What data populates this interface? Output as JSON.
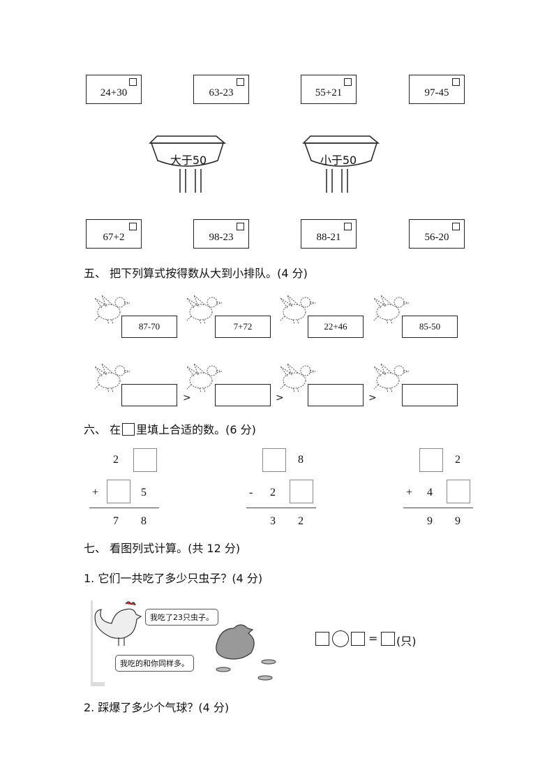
{
  "top_row": [
    "24+30",
    "63-23",
    "55+21",
    "97-45"
  ],
  "bottom_row": [
    "67+2",
    "98-23",
    "88-21",
    "56-20"
  ],
  "mailbox_left": "大于50",
  "mailbox_right": "小于50",
  "section5": {
    "title": "五、  把下列算式按得数从大到小排队。(4 分)",
    "items": [
      "87-70",
      "7+72",
      "22+46",
      "85-50"
    ],
    "gt": ">"
  },
  "section6": {
    "title_pre": "六、  在",
    "title_post": "里填上合适的数。(6 分)",
    "p1": {
      "top": "2",
      "op": "+",
      "mid": "5",
      "res1": "7",
      "res2": "8"
    },
    "p2": {
      "top": "8",
      "op": "-",
      "mid": "2",
      "res1": "3",
      "res2": "2"
    },
    "p3": {
      "top": "2",
      "op": "+",
      "mid": "4",
      "res1": "9",
      "res2": "9"
    }
  },
  "section7": {
    "title": "七、  看图列式计算。(共 12 分)",
    "q1": "1.  它们一共吃了多少只虫子？(4 分)",
    "bubble1": "我吃了23只虫子。",
    "bubble2": "我吃的和你同样多。",
    "equals": "=",
    "unit": "(只)",
    "q2": "2.  踩爆了多少个气球？(4 分)"
  }
}
